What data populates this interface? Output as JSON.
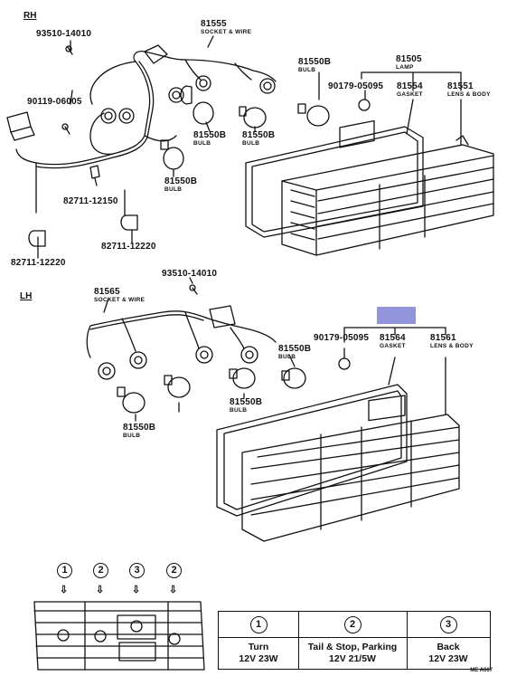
{
  "sections": {
    "rh": "RH",
    "lh": "LH"
  },
  "rh": {
    "p93510": "93510-14010",
    "p81555": {
      "code": "81555",
      "desc": "SOCKET & WIRE"
    },
    "p81550b_a": {
      "code": "81550B",
      "desc": "BULB"
    },
    "p81505": {
      "code": "81505",
      "desc": "LAMP"
    },
    "p90119": "90119-06005",
    "p90179": "90179-05095",
    "p81554": {
      "code": "81554",
      "desc": "GASKET"
    },
    "p81551": {
      "code": "81551",
      "desc": "LENS & BODY"
    },
    "p81550b_b": {
      "code": "81550B",
      "desc": "BULB"
    },
    "p81550b_c": {
      "code": "81550B",
      "desc": "BULB"
    },
    "p82711_a": "82711-12150",
    "p81550b_d": {
      "code": "81550B",
      "desc": "BULB"
    },
    "p82711_b": "82711-12220",
    "p82711_c": "82711-12220"
  },
  "lh": {
    "p93510": "93510-14010",
    "p81565": {
      "code": "81565",
      "desc": "SOCKET & WIRE"
    },
    "p81550b_a": {
      "code": "81550B",
      "desc": "BULB"
    },
    "p90179": "90179-05095",
    "p81564": {
      "code": "81564",
      "desc": "GASKET"
    },
    "p81561": {
      "code": "81561",
      "desc": "LENS & BODY"
    },
    "p81550b_b": {
      "code": "81550B",
      "desc": "BULB"
    },
    "p81550b_c": {
      "code": "81550B",
      "desc": "BULB"
    }
  },
  "front_view_numbers": [
    "1",
    "2",
    "3",
    "2"
  ],
  "legend": {
    "cols": [
      {
        "num": "1",
        "name": "Turn",
        "spec": "12V 23W"
      },
      {
        "num": "2",
        "name": "Tail & Stop, Parking",
        "spec": "12V 21/5W"
      },
      {
        "num": "3",
        "name": "Back",
        "spec": "12V 23W"
      }
    ]
  },
  "ref_code": "ME A667"
}
